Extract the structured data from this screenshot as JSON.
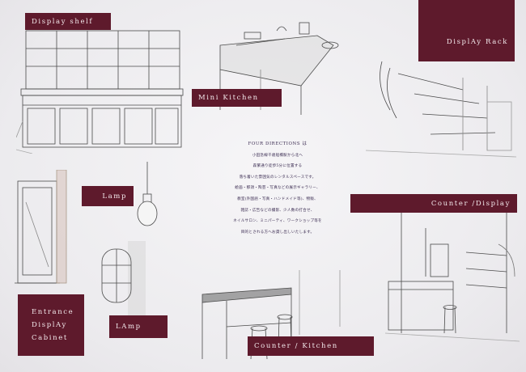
{
  "labels": {
    "display_shelf": "Display shelf",
    "mini_kitchen": "Mini Kitchen",
    "display_rack": "DisplAy Rack",
    "lamp_top": "Lamp",
    "counter_display": "Counter /Display",
    "entrance_line1": "Entrance",
    "entrance_line2": "DisplAy",
    "entrance_line3": "Cabinet",
    "lamp_bottom": "LAmp",
    "counter_kitchen": "Counter / Kitchen"
  },
  "description": [
    "FOUR DIRECTIONS は",
    "小田急線千歳船橋駅から北へ",
    "森繁通り徒歩5分に位置する",
    "落ち着いた雰囲気のレンタルスペースです。",
    "絵画・那須・陶芸・写真などの展示ギャラリー、",
    "教室(外国語・写真・ハンドメイド等)、物販、",
    "雑誌・広告などの撮影、少人数の打合せ、",
    "ネイルサロン、ミニパーティ、ワークショップ等を",
    "目的とされる方へお貸し出しいたします。"
  ],
  "colors": {
    "label_bg": "#5e1a2c",
    "label_text": "#f3e9ec",
    "body_text": "#3b2c52",
    "paper": "#efedf0"
  }
}
